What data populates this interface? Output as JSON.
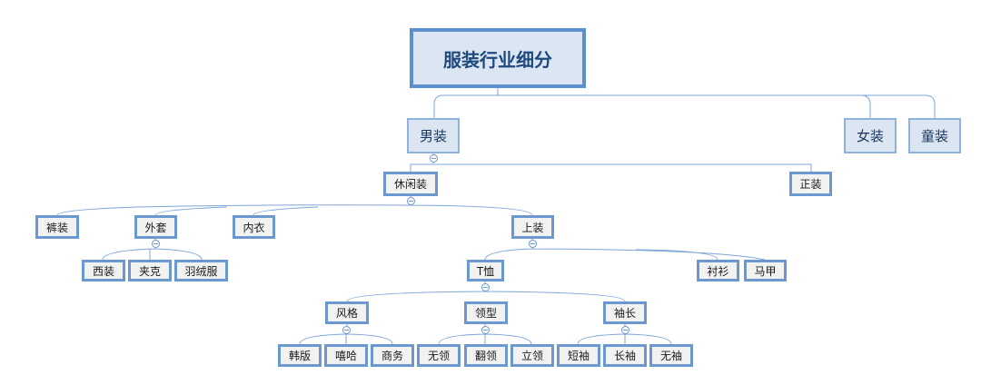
{
  "diagram": {
    "root": "服装行业细分",
    "nodes": {
      "menswear": "男装",
      "womenswear": "女装",
      "kidswear": "童装",
      "casual": "休闲装",
      "formal": "正装",
      "pants": "裤装",
      "outerwear": "外套",
      "underwear": "内衣",
      "tops": "上装",
      "suit": "西装",
      "jacket": "夹克",
      "down_jacket": "羽绒服",
      "tshirt": "T恤",
      "shirt": "衬衫",
      "vest": "马甲",
      "style": "风格",
      "collar": "领型",
      "sleeve_length": "袖长",
      "korean": "韩版",
      "hiphop": "嘻哈",
      "business": "商务",
      "no_collar": "无领",
      "lapel": "翻领",
      "stand_collar": "立领",
      "short_sleeve": "短袖",
      "long_sleeve": "长袖",
      "sleeveless": "无袖"
    }
  }
}
